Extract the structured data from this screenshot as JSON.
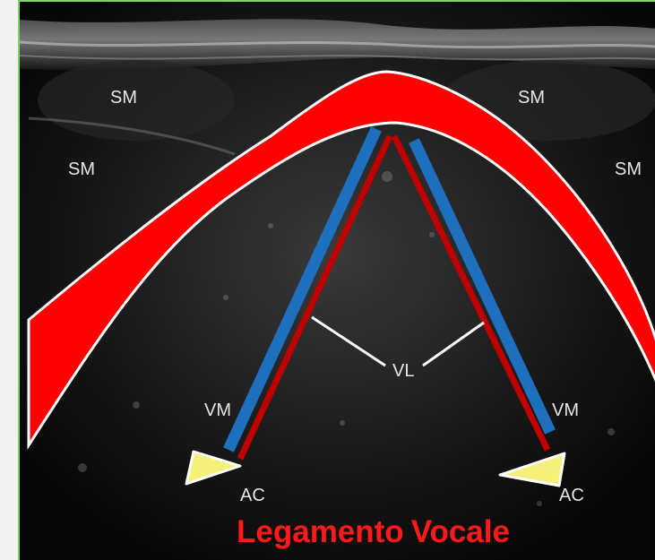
{
  "labels": {
    "sm_top_left": "SM",
    "sm_left": "SM",
    "sm_top_right": "SM",
    "sm_right": "SM",
    "vl": "VL",
    "vm_left": "VM",
    "vm_right": "VM",
    "ac_left": "AC",
    "ac_right": "AC"
  },
  "caption": {
    "word1": "Legamento",
    "word2": "Vocale"
  },
  "colors": {
    "band": "#ff0000",
    "blue_line": "#1f6fbf",
    "red_line": "#c00000",
    "triangle": "#f5f07a",
    "caption": "#ff1a1a"
  }
}
